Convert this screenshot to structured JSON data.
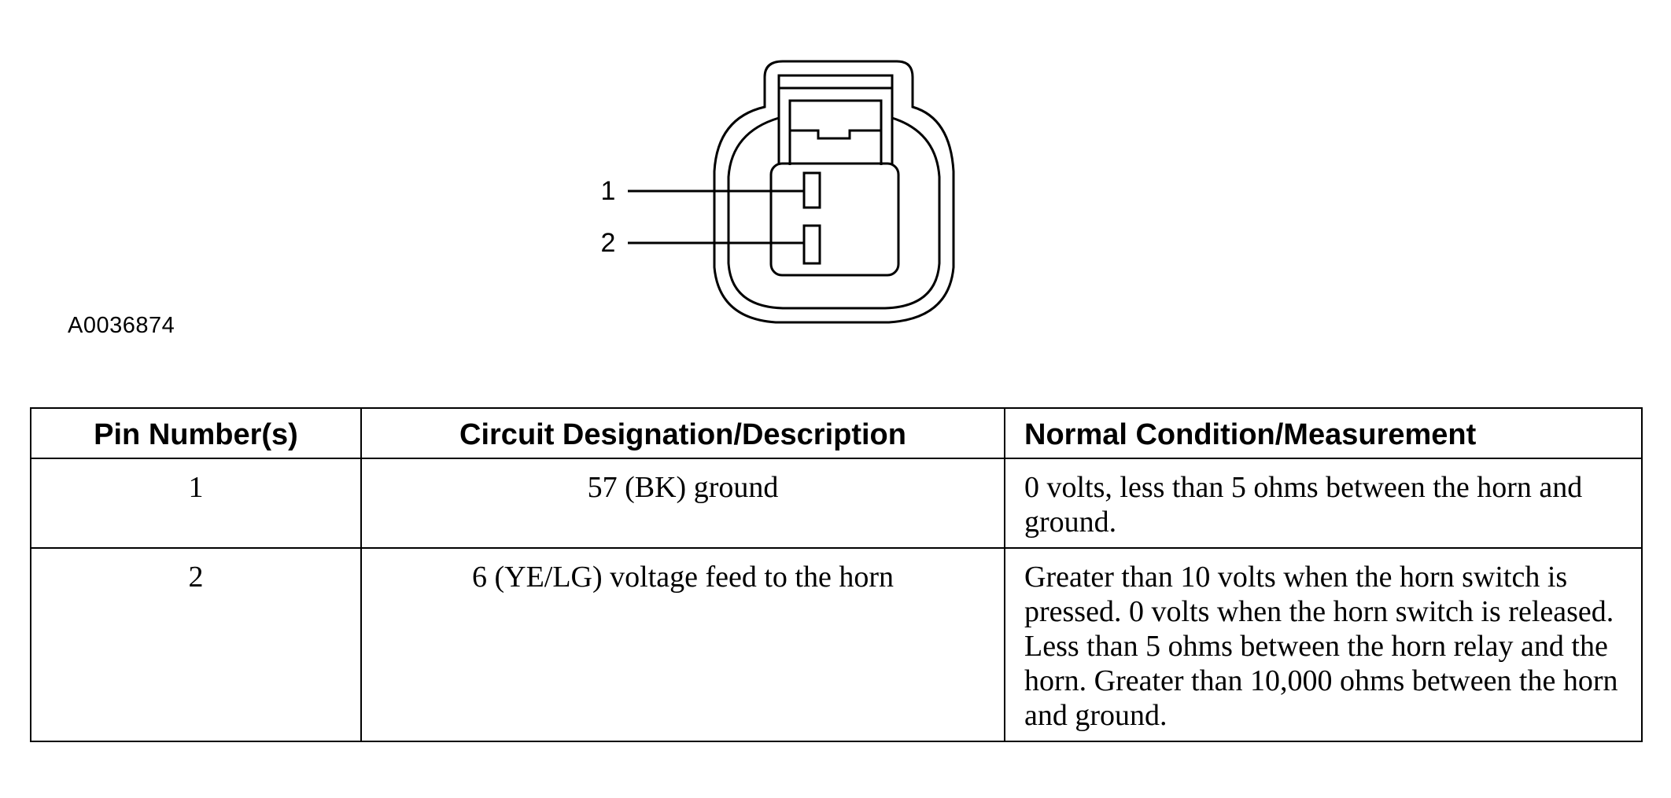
{
  "figure": {
    "id_label": "A0036874",
    "pin_labels": [
      "1",
      "2"
    ]
  },
  "table": {
    "headers": {
      "pin": "Pin Number(s)",
      "circuit": "Circuit Designation/Description",
      "condition": "Normal Condition/Measurement"
    },
    "rows": [
      {
        "pin": "1",
        "circuit": "57 (BK) ground",
        "condition": "0 volts, less than 5 ohms between the horn and ground."
      },
      {
        "pin": "2",
        "circuit": "6 (YE/LG) voltage feed to the horn",
        "condition": "Greater than 10 volts when the horn switch is pressed. 0 volts when the horn switch is released. Less than 5 ohms between the horn relay and the horn. Greater than 10,000 ohms between the horn and ground."
      }
    ]
  }
}
